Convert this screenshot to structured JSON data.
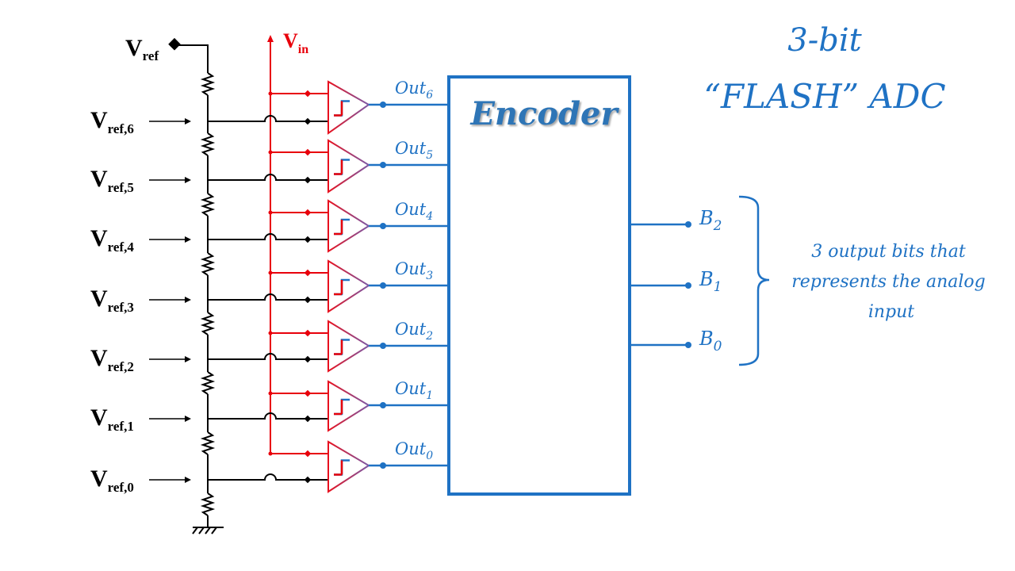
{
  "title": {
    "line1": "3-bit",
    "line2": "“FLASH” ADC"
  },
  "vref": {
    "main": "V",
    "main_sub": "ref"
  },
  "vin": {
    "main": "V",
    "sub": "in"
  },
  "ref_taps": [
    {
      "main": "V",
      "sub": "ref,6"
    },
    {
      "main": "V",
      "sub": "ref,5"
    },
    {
      "main": "V",
      "sub": "ref,4"
    },
    {
      "main": "V",
      "sub": "ref,3"
    },
    {
      "main": "V",
      "sub": "ref,2"
    },
    {
      "main": "V",
      "sub": "ref,1"
    },
    {
      "main": "V",
      "sub": "ref,0"
    }
  ],
  "comparator_outputs": [
    {
      "main": "Out",
      "sub": "6"
    },
    {
      "main": "Out",
      "sub": "5"
    },
    {
      "main": "Out",
      "sub": "4"
    },
    {
      "main": "Out",
      "sub": "3"
    },
    {
      "main": "Out",
      "sub": "2"
    },
    {
      "main": "Out",
      "sub": "1"
    },
    {
      "main": "Out",
      "sub": "0"
    }
  ],
  "encoder": {
    "label": "Encoder"
  },
  "output_bits": [
    {
      "main": "B",
      "sub": "2"
    },
    {
      "main": "B",
      "sub": "1"
    },
    {
      "main": "B",
      "sub": "0"
    }
  ],
  "annotation": {
    "lines": [
      "3 output bits that",
      "represents the analog",
      "input"
    ]
  },
  "colors": {
    "blue": "#1f72c4",
    "red": "#e8000b",
    "black": "#000000",
    "comparator_left": "#e8101e",
    "comparator_right": "#7a5aa8"
  }
}
